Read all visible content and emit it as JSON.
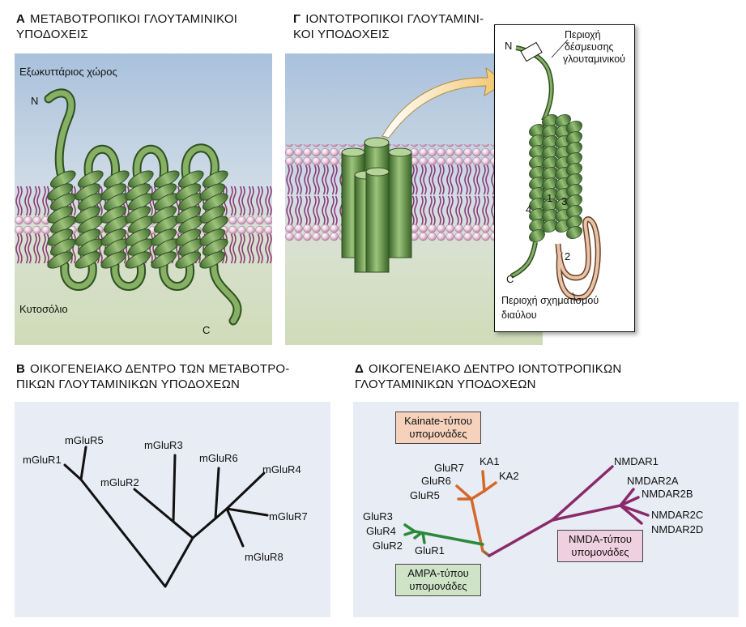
{
  "panel_a": {
    "letter": "Α",
    "title": "ΜΕΤΑΒΟΤΡΟΠΙΚΟΙ ΓΛΟΥΤΑΜΙΝΙΚΟΙ\nΥΠΟΔΟΧΕΙΣ",
    "extracellular": "Εξωκυττάριος χώρος",
    "cytosol": "Κυτοσόλιο",
    "n_term": "N",
    "c_term": "C"
  },
  "panel_g": {
    "letter": "Γ",
    "title": "ΙΟΝΤΟΤΡΟΠΙΚΟΙ ΓΛΟΥΤΑΜΙΝΙ-\nΚΟΙ ΥΠΟΔΟΧΕΙΣ",
    "binding_line1": "Περιοχή",
    "binding_line2": "δέσμευσης",
    "binding_line3": "γλουταμινικού",
    "channel_line1": "Περιοχή σχηματισμού",
    "channel_line2": "διαύλου",
    "n_term": "N",
    "c_term": "C",
    "segments": [
      "4",
      "1",
      "3",
      "2"
    ]
  },
  "panel_b": {
    "letter": "Β",
    "title": "ΟΙΚΟΓΕΝΕΙΑΚΟ ΔΕΝΤΡΟ ΤΩΝ ΜΕΤΑΒΟΤΡΟ-\nΠΙΚΩΝ ΓΛΟΥΤΑΜΙΝΙΚΩΝ ΥΠΟΔΟΧΕΩΝ",
    "leaves": [
      "mGluR1",
      "mGluR5",
      "mGluR2",
      "mGluR3",
      "mGluR6",
      "mGluR4",
      "mGluR7",
      "mGluR8"
    ]
  },
  "panel_d": {
    "letter": "Δ",
    "title": "ΟΙΚΟΓΕΝΕΙΑΚΟ ΔΕΝΤΡΟ ΙΟΝΤΟΤΡΟΠΙΚΩΝ\nΓΛΟΥΤΑΜΙΝΙΚΩΝ ΥΠΟΔΟΧΕΩΝ",
    "kainate_box": "Kainate-τύπου\nυπομονάδες",
    "ampa_box": "AMPA-τύπου\nυπομονάδες",
    "nmda_box": "NMDA-τύπου\nυπομονάδες",
    "kainate_leaves": [
      "GluR7",
      "GluR6",
      "GluR5",
      "KA1",
      "KA2"
    ],
    "ampa_leaves": [
      "GluR3",
      "GluR4",
      "GluR2",
      "GluR1"
    ],
    "nmda_leaves": [
      "NMDAR1",
      "NMDAR2A",
      "NMDAR2B",
      "NMDAR2C",
      "NMDAR2D"
    ],
    "colors": {
      "kainate": "#d4682a",
      "ampa": "#2a8a3a",
      "nmda": "#8a2a6a",
      "root": "#8a6a3a"
    }
  },
  "colors": {
    "extracellular_bg": "#b8cde3",
    "cytosol_bg": "#d8e2c8",
    "helix": "#6f9a4e",
    "panel_bg": "#e8ecf5"
  }
}
